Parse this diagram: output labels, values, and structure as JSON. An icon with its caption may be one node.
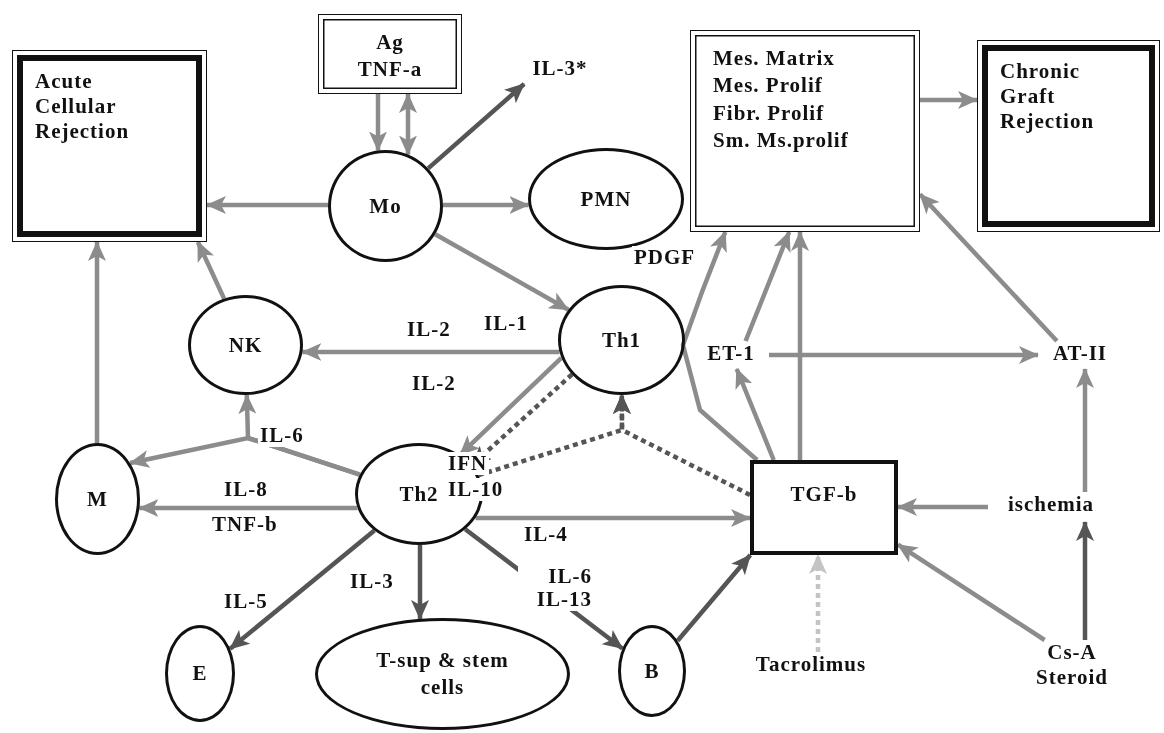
{
  "diagram": {
    "nodes": [
      {
        "text": [
          "Acute Cellular Rejection"
        ]
      },
      {
        "text": [
          "Ag",
          "TNF-a"
        ]
      },
      {
        "text": [
          "Mo"
        ]
      },
      {
        "text": [
          "IL-3*"
        ]
      },
      {
        "text": [
          "PMN"
        ]
      },
      {
        "text": [
          "Mes. Matrix",
          "Mes. Prolif",
          "Fibr. Prolif",
          "Sm. Ms.prolif"
        ]
      },
      {
        "text": [
          "Chronic Graft Rejection"
        ]
      },
      {
        "text": [
          "NK"
        ]
      },
      {
        "text": [
          "Th1"
        ]
      },
      {
        "text": [
          "ET-1"
        ]
      },
      {
        "text": [
          "AT-II"
        ]
      },
      {
        "text": [
          "M"
        ]
      },
      {
        "text": [
          "Th2"
        ]
      },
      {
        "text": [
          "TGF-b"
        ]
      },
      {
        "text": [
          "ischemia"
        ]
      },
      {
        "text": [
          "E"
        ]
      },
      {
        "text": [
          "T-sup & stem cells"
        ]
      },
      {
        "text": [
          "B"
        ]
      },
      {
        "text": [
          "Tacrolimus"
        ]
      },
      {
        "text": [
          "Cs-A Steroid"
        ]
      }
    ],
    "edges": [
      {
        "from": 1,
        "to": 2,
        "arrow": "to"
      },
      {
        "from": 1,
        "to": 2,
        "arrow": "both"
      },
      {
        "from": 2,
        "to": 3,
        "arrow": "to",
        "color": "#555555"
      },
      {
        "from": 2,
        "to": 0,
        "arrow": "to"
      },
      {
        "from": 2,
        "to": 4,
        "arrow": "to"
      },
      {
        "from": 2,
        "to": 8,
        "arrow": "to",
        "label": "IL-1"
      },
      {
        "from": 8,
        "to": 7,
        "arrow": "to",
        "label": "IL-2"
      },
      {
        "from": 8,
        "to": 12,
        "arrow": "to",
        "label": "IL-2"
      },
      {
        "from": 8,
        "to": 12,
        "arrow": "to",
        "label": "IFN",
        "style": "dashed",
        "color": "#555555"
      },
      {
        "from": 12,
        "to": 8,
        "arrow": "to",
        "label": "IL-10",
        "style": "dashed",
        "color": "#555555"
      },
      {
        "from": 13,
        "to": 8,
        "arrow": "to",
        "style": "dashed",
        "color": "#555555"
      },
      {
        "from": 7,
        "to": 0,
        "arrow": "to"
      },
      {
        "from": 11,
        "to": 0,
        "arrow": "to"
      },
      {
        "from": 12,
        "to": 7,
        "arrow": "to",
        "label": "IL-6"
      },
      {
        "from": 12,
        "to": 11,
        "arrow": "to"
      },
      {
        "from": 12,
        "to": 11,
        "arrow": "to",
        "label": "IL-8"
      },
      {
        "from": 12,
        "to": 13,
        "arrow": "to",
        "label": "IL-4"
      },
      {
        "from": 12,
        "to": 15,
        "arrow": "to",
        "label": "IL-5",
        "color": "#555555"
      },
      {
        "from": 12,
        "to": 16,
        "arrow": "to",
        "label": "IL-3",
        "color": "#555555"
      },
      {
        "from": 12,
        "to": 17,
        "arrow": "to",
        "label": "IL-6 IL-13",
        "color": "#555555"
      },
      {
        "from": 17,
        "to": 13,
        "arrow": "to",
        "color": "#555555"
      },
      {
        "from": 18,
        "to": 13,
        "arrow": "to",
        "style": "dashed",
        "color": "#c4c4c4"
      },
      {
        "from": 19,
        "to": 13,
        "arrow": "to"
      },
      {
        "from": 19,
        "to": 14,
        "arrow": "to",
        "color": "#555555"
      },
      {
        "from": 14,
        "to": 13,
        "arrow": "to"
      },
      {
        "from": 14,
        "to": 10,
        "arrow": "to"
      },
      {
        "from": 9,
        "to": 10,
        "arrow": "to"
      },
      {
        "from": 9,
        "to": 5,
        "arrow": "to"
      },
      {
        "from": 10,
        "to": 5,
        "arrow": "to"
      },
      {
        "from": 13,
        "to": 5,
        "arrow": "to"
      },
      {
        "from": 13,
        "to": 9,
        "arrow": "to"
      },
      {
        "from": 13,
        "to": 5,
        "arrow": "to",
        "label": "PDGF"
      },
      {
        "from": 5,
        "to": 6,
        "arrow": "to"
      }
    ],
    "labels": [
      "TNF-b"
    ]
  }
}
